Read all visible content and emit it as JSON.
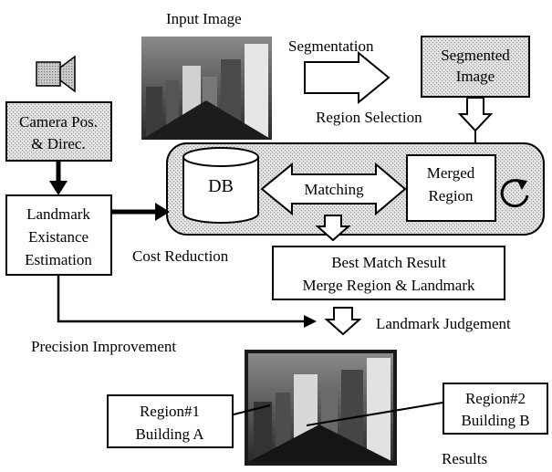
{
  "labels": {
    "input_image": "Input Image",
    "segmentation": "Segmentation",
    "segmented_image": [
      "Segmented",
      "Image"
    ],
    "region_selection": "Region Selection",
    "camera": [
      "Camera Pos.",
      "& Direc."
    ],
    "db": "DB",
    "matching": "Matching",
    "merged_region": [
      "Merged",
      "Region"
    ],
    "landmark_estimation": [
      "Landmark",
      "Existance",
      "Estimation"
    ],
    "cost_reduction": "Cost Reduction",
    "best_match": [
      "Best Match Result",
      "Merge Region & Landmark"
    ],
    "landmark_judgement": "Landmark Judgement",
    "precision_improvement": "Precision Improvement",
    "region1": [
      "Region#1",
      "Building A"
    ],
    "region2": [
      "Region#2",
      "Building B"
    ],
    "results": "Results"
  },
  "icons": {
    "camera": "video-camera-icon",
    "loop": "circular-arrow-icon",
    "database": "database-cylinder-icon"
  }
}
